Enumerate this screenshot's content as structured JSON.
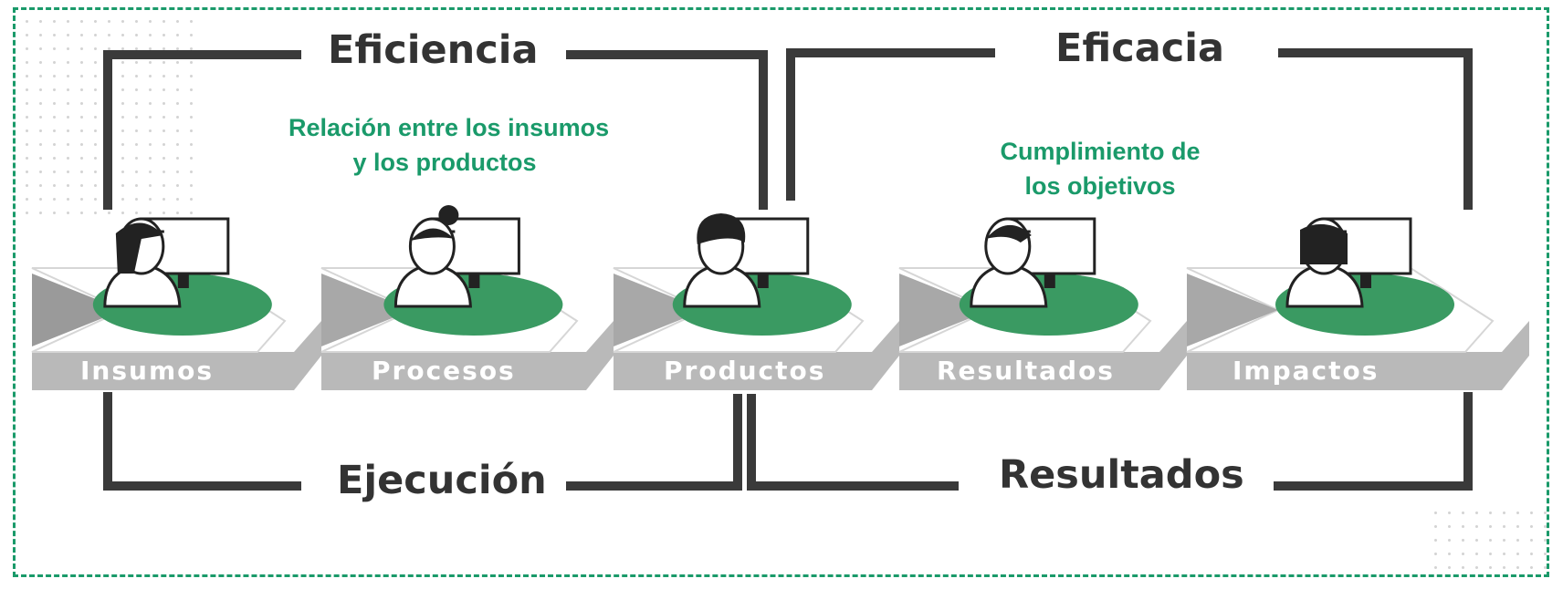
{
  "brackets": {
    "eficiencia": "Eficiencia",
    "eficacia": "Eficacia",
    "ejecucion": "Ejecución",
    "resultados": "Resultados"
  },
  "descriptions": {
    "eficiencia_line1": "Relación entre los insumos",
    "eficiencia_line2": "y los productos",
    "eficacia_line1": "Cumplimiento de",
    "eficacia_line2": "los objetivos"
  },
  "stages": [
    {
      "label": "Insumos"
    },
    {
      "label": "Procesos"
    },
    {
      "label": "Productos"
    },
    {
      "label": "Resultados"
    },
    {
      "label": "Impactos"
    }
  ],
  "colors": {
    "accent_green": "#1a9a6a",
    "platform_green": "#3a9a62",
    "bracket_dark": "#3a3a3a",
    "stage_gray": "#b9b9b9"
  }
}
